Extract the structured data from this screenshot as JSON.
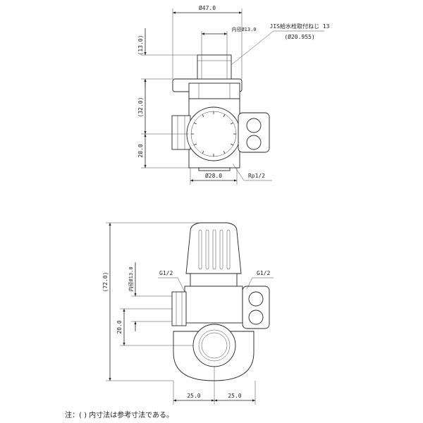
{
  "top_view": {
    "width_dim": "Ø47.0",
    "inner_dia_dim": "内径Ø13.0",
    "jis_label": "JIS給水栓取付ねじ 13",
    "jis_sub": "(Ø20.955)",
    "height_13": "(13.0)",
    "height_32": "(32.0)",
    "height_20": "20.0",
    "base_dim": "Ø28.0",
    "thread_label": "Rp1/2"
  },
  "front_view": {
    "total_height": "(72.0)",
    "inner_dia_dim": "内径Ø13.0",
    "height_20": "20.0",
    "left_thread": "G1/2",
    "right_thread": "G1/2",
    "left_width": "25.0",
    "right_width": "25.0"
  },
  "footnote": "注：(  ) 内寸法は参考寸法である。"
}
